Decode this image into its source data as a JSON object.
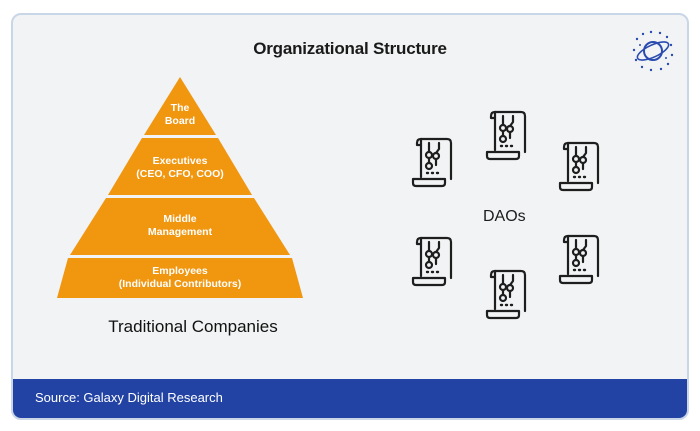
{
  "title": "Organizational Structure",
  "pyramid": {
    "levels": [
      {
        "line1": "The",
        "line2": "Board"
      },
      {
        "line1": "Executives",
        "line2": "(CEO, CFO, COO)"
      },
      {
        "line1": "Middle",
        "line2": "Management"
      },
      {
        "line1": "Employees",
        "line2": "(Individual Contributors)"
      }
    ],
    "label": "Traditional Companies",
    "color": "#f0960f"
  },
  "daos": {
    "label": "DAOs",
    "icon": "document-circuit-icon",
    "count": 6
  },
  "logo": {
    "icon": "galaxy-logo-icon"
  },
  "footer": {
    "source": "Source: Galaxy Digital Research",
    "color": "#2243a4"
  }
}
